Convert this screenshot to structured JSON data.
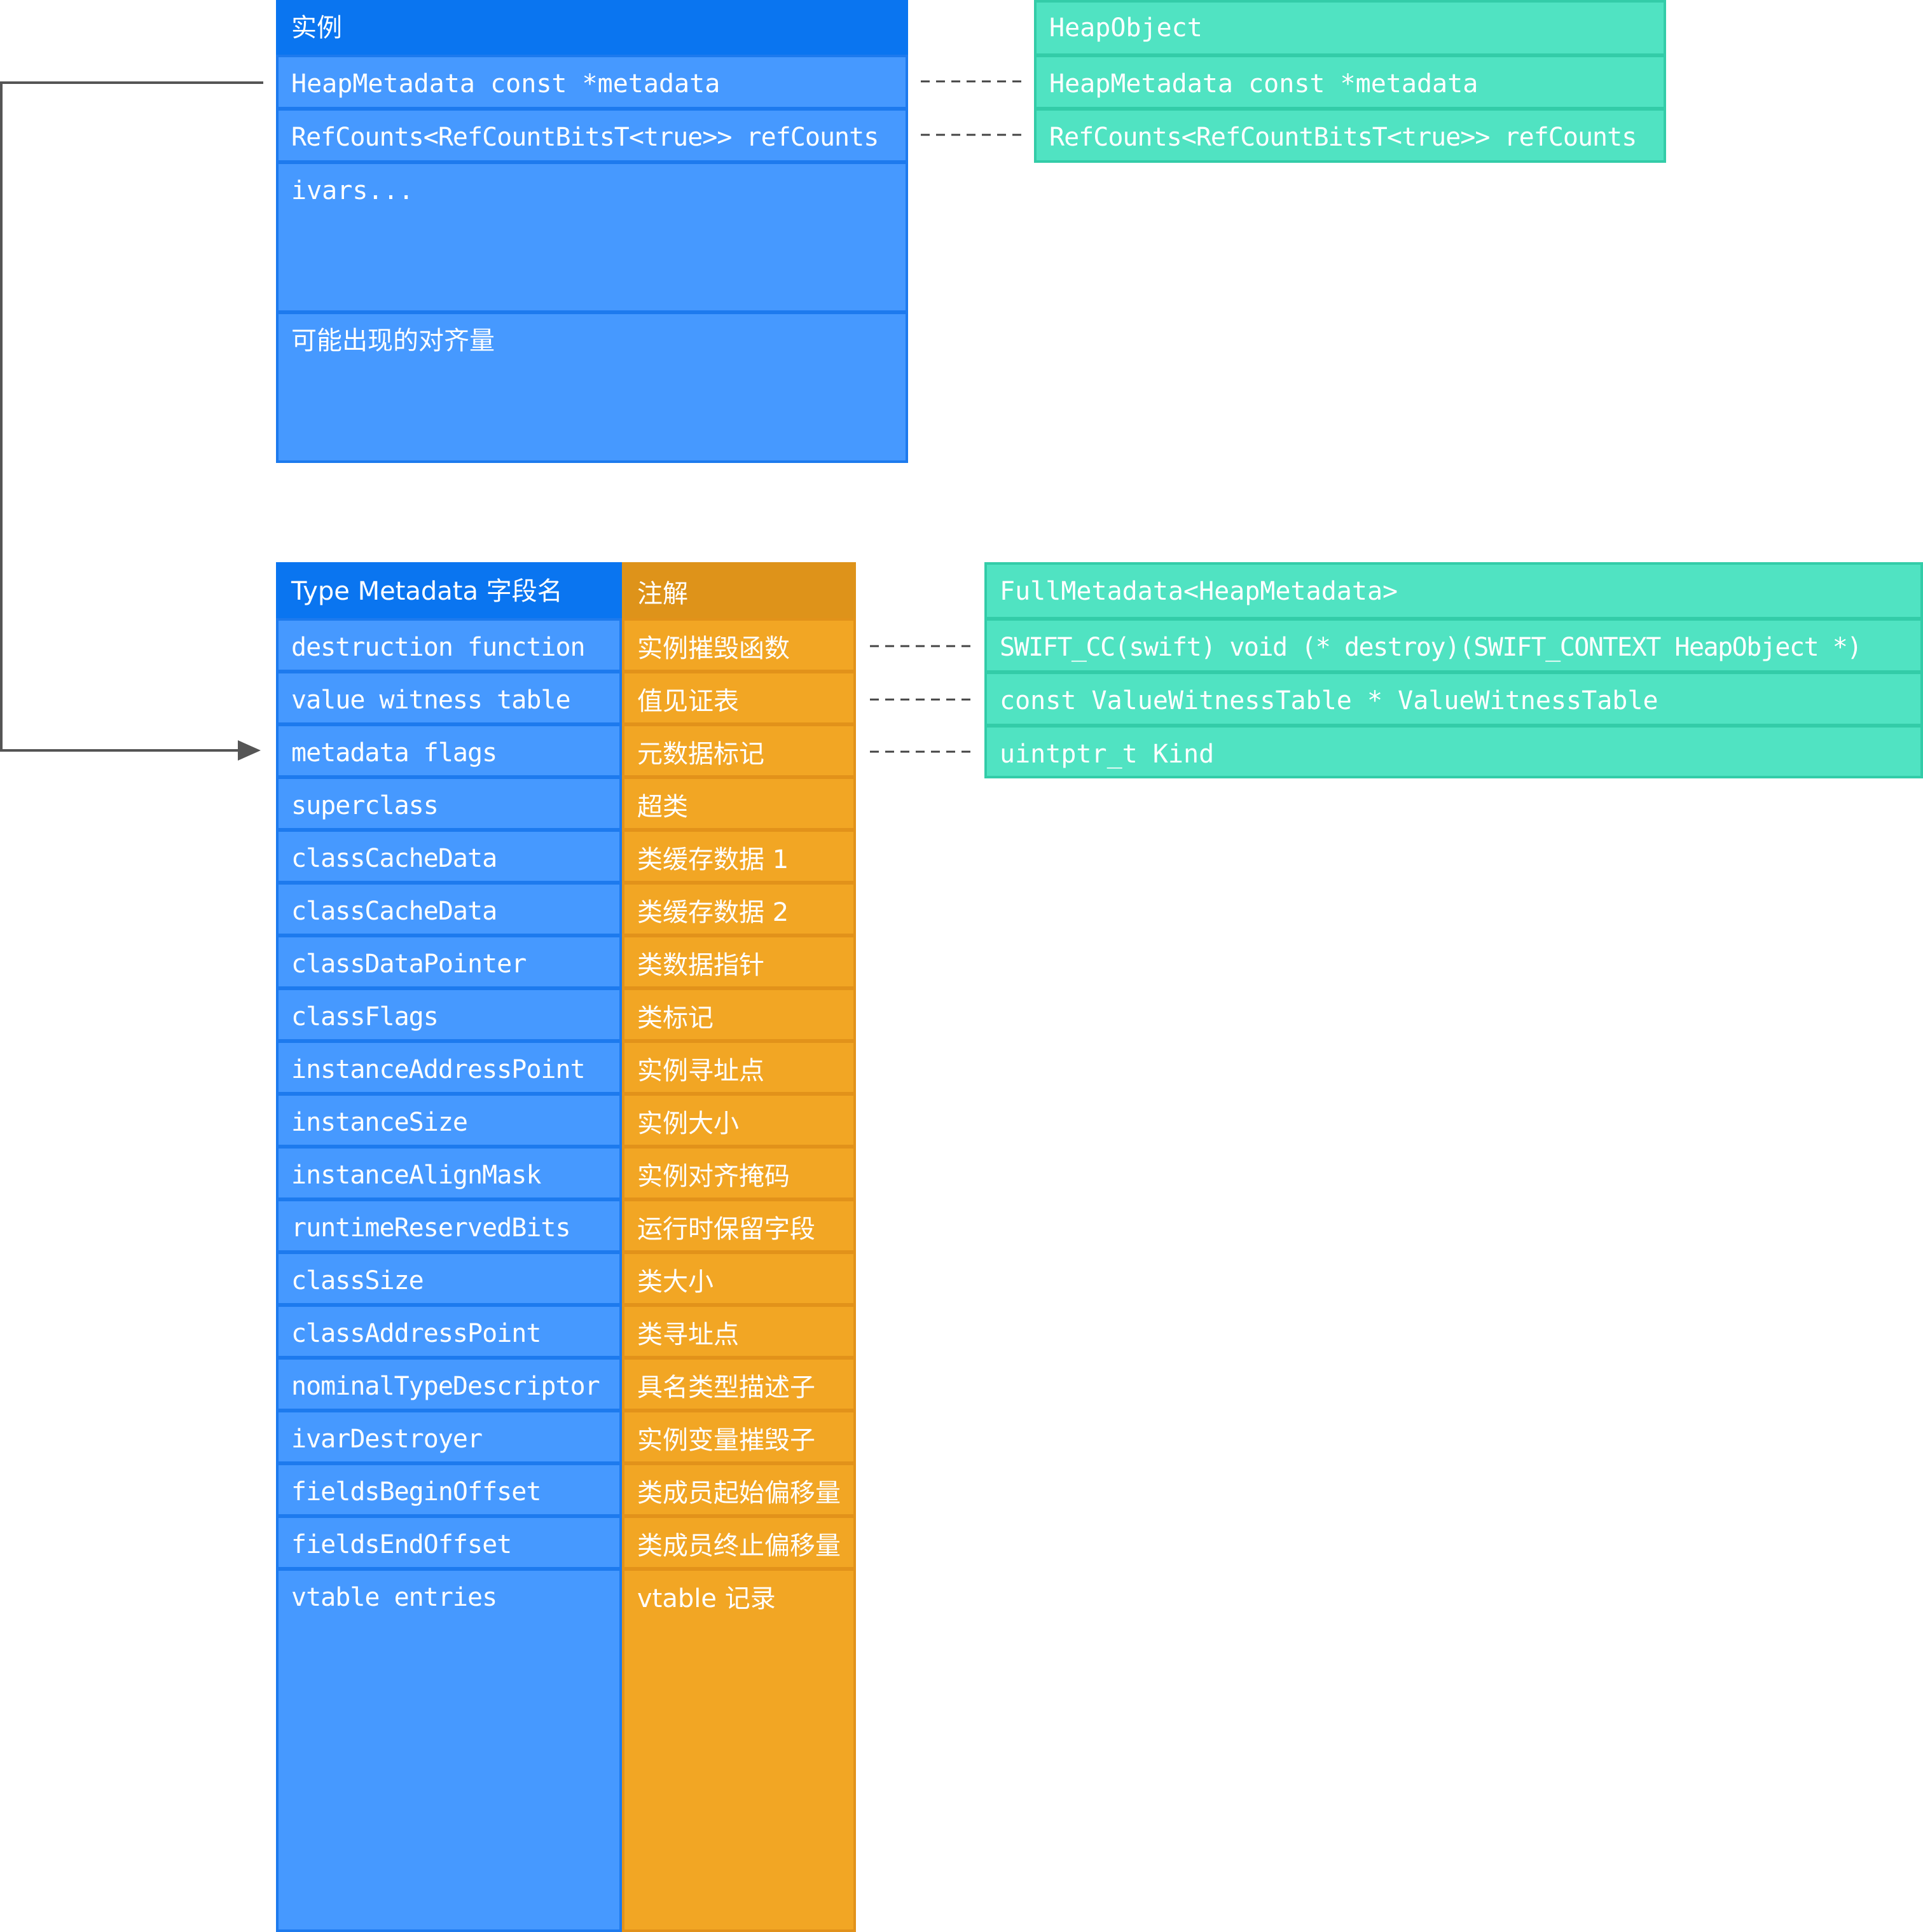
{
  "instance": {
    "title": "实例",
    "rows": [
      "HeapMetadata const *metadata",
      "RefCounts<RefCountBitsT<true>> refCounts",
      "ivars...",
      "可能出现的对齐量"
    ]
  },
  "heap_object": {
    "title": "HeapObject",
    "rows": [
      "HeapMetadata const *metadata",
      "RefCounts<RefCountBitsT<true>> refCounts"
    ]
  },
  "type_metadata": {
    "title": "Type Metadata 字段名",
    "rows": [
      "destruction function",
      "value witness table",
      "metadata flags",
      "superclass",
      "classCacheData",
      "classCacheData",
      "classDataPointer",
      "classFlags",
      "instanceAddressPoint",
      "instanceSize",
      "instanceAlignMask",
      "runtimeReservedBits",
      "classSize",
      "classAddressPoint",
      "nominalTypeDescriptor",
      "ivarDestroyer",
      "fieldsBeginOffset",
      "fieldsEndOffset",
      "vtable entries"
    ]
  },
  "annotations": {
    "title": "注解",
    "rows": [
      "实例摧毁函数",
      "值见证表",
      "元数据标记",
      "超类",
      "类缓存数据 1",
      "类缓存数据 2",
      "类数据指针",
      "类标记",
      "实例寻址点",
      "实例大小",
      "实例对齐掩码",
      "运行时保留字段",
      "类大小",
      "类寻址点",
      "具名类型描述子",
      "实例变量摧毁子",
      "类成员起始偏移量",
      "类成员终止偏移量",
      "vtable 记录"
    ]
  },
  "full_metadata": {
    "title": "FullMetadata<HeapMetadata>",
    "rows": [
      "SWIFT_CC(swift) void (* destroy)(SWIFT_CONTEXT HeapObject *)",
      "const ValueWitnessTable * ValueWitnessTable",
      "uintptr_t Kind"
    ]
  },
  "colors": {
    "blue": "#4699ff",
    "blue_header": "#0a75f0",
    "orange": "#f2a624",
    "orange_header": "#de931a",
    "green": "#50e3c2",
    "connector": "#555555"
  }
}
